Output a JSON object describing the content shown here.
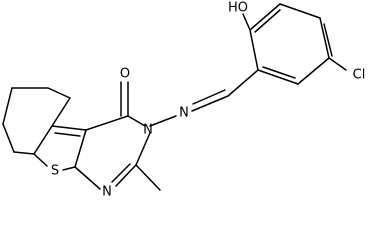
{
  "atoms": {
    "hydroxyl": "HO",
    "chloro": "Cl",
    "carbonyl_oxygen": "O",
    "imine_nitrogen": "N",
    "ring_nitrogen_3": "N",
    "ring_nitrogen_1": "N",
    "thiophene_sulfur": "S"
  }
}
